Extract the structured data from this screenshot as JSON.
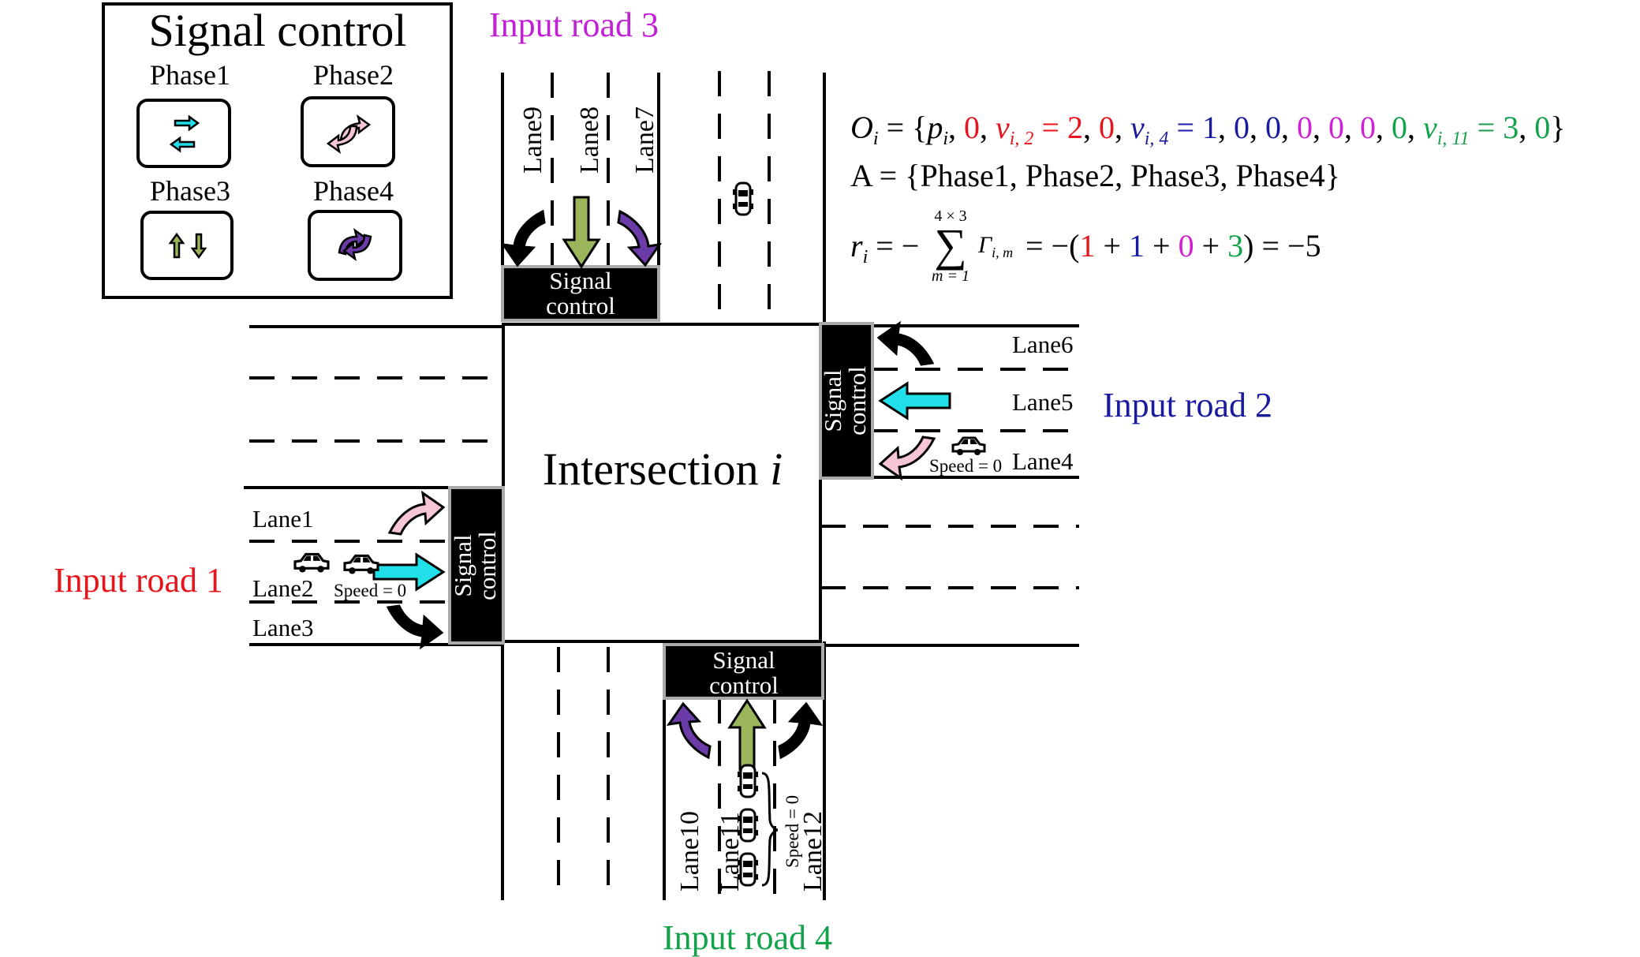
{
  "legend": {
    "title": "Signal control",
    "phases": [
      "Phase1",
      "Phase2",
      "Phase3",
      "Phase4"
    ]
  },
  "intersection_label": {
    "main": "Intersection ",
    "var": "i"
  },
  "signal_label": {
    "line1": "Signal",
    "line2": "control"
  },
  "roads": {
    "road1": {
      "label": "Input road 1",
      "color": "#e8141b"
    },
    "road2": {
      "label": "Input road 2",
      "color": "#1a1aa0"
    },
    "road3": {
      "label": "Input road 3",
      "color": "#c21fd6"
    },
    "road4": {
      "label": "Input road 4",
      "color": "#12a24a"
    }
  },
  "lanes": {
    "lane1": "Lane1",
    "lane2": "Lane2",
    "lane3": "Lane3",
    "lane4": "Lane4",
    "lane5": "Lane5",
    "lane6": "Lane6",
    "lane7": "Lane7",
    "lane8": "Lane8",
    "lane9": "Lane9",
    "lane10": "Lane10",
    "lane11": "Lane11",
    "lane12": "Lane12"
  },
  "speed_label": "Speed = 0",
  "arrow_colors": {
    "cyan": "#22e0ea",
    "pink": "#f7c6d6",
    "black": "#000000",
    "green": "#9bb55a",
    "purple": "#6b3ba8"
  },
  "formula_obs": {
    "prefix_var": "O",
    "prefix_sub": "i",
    "eq_open": " = {",
    "p_var": "p",
    "p_sub": "i",
    "zero": "0",
    "comma": ", ",
    "v_var": "v",
    "v2_sub": "i, 2",
    "v2_val": " = 2",
    "v4_sub": "i, 4",
    "v4_val": " = 1",
    "v11_sub": "i, 11",
    "v11_val": " = 3",
    "close": "}",
    "colors": {
      "red": "#e8141b",
      "blue": "#1a1aa0",
      "magenta": "#d11fd6",
      "green": "#12a24a"
    }
  },
  "formula_action": "A = {Phase1, Phase2, Phase3, Phase4}",
  "formula_reward": {
    "r_var": "r",
    "r_sub": "i",
    "eq": " = −",
    "sum_top": "4 × 3",
    "sum_sym": "∑",
    "sum_bottom": "m = 1",
    "gamma": "Γ",
    "gamma_sub": "i, m",
    "eq2": " = −(",
    "t1": "1",
    "plus": " + ",
    "t2": "1",
    "t3": "0",
    "t4": "3",
    "result": ") = −5"
  }
}
